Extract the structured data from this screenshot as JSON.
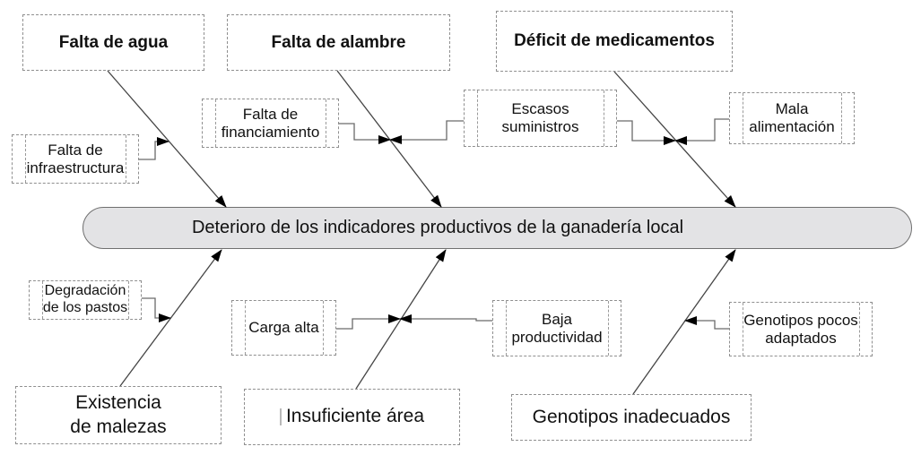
{
  "diagram": {
    "spine": {
      "label": "Deterioro de los indicadores productivos de la ganadería local"
    },
    "top_categories": [
      {
        "label": "Falta de agua"
      },
      {
        "label": "Falta de alambre"
      },
      {
        "label": "Déficit de medicamentos"
      }
    ],
    "top_subcauses": [
      {
        "label": "Falta de\ninfraestructura"
      },
      {
        "label": "Falta de\nfinanciamiento"
      },
      {
        "label": "Escasos\nsuministros"
      },
      {
        "label": "Mala\nalimentación"
      }
    ],
    "bottom_subcauses": [
      {
        "label": "Degradación\nde los pastos"
      },
      {
        "label": "Carga alta"
      },
      {
        "label": "Baja\nproductividad"
      },
      {
        "label": "Genotipos pocos\nadaptados"
      }
    ],
    "bottom_categories": [
      {
        "label": "Existencia\nde malezas"
      },
      {
        "label": "Insuficiente área"
      },
      {
        "label": "Genotipos inadecuados"
      }
    ],
    "colors": {
      "spine_fill": "#e3e3e5",
      "spine_border": "#6f6f6f",
      "box_border": "#8f8f8f",
      "bone_line": "#454545",
      "connector_line": "#6a6a6a",
      "arrowhead": "#000000",
      "text": "#111111"
    }
  }
}
